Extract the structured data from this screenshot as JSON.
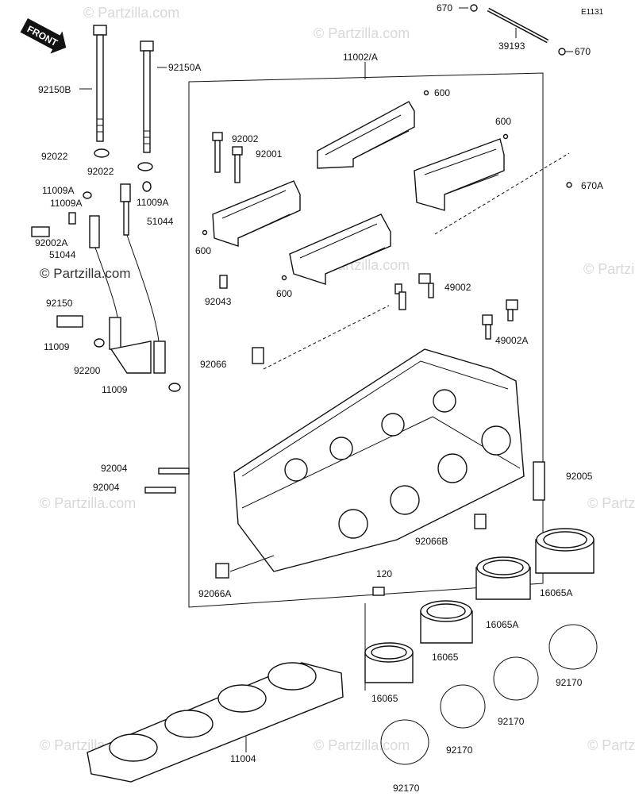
{
  "header": {
    "ref_code": "E1131"
  },
  "front_badge": "FRONT",
  "watermark": {
    "text": "© Partzilla.com"
  },
  "labels": {
    "p670_top": "670",
    "p39193": "39193",
    "p670_right": "670",
    "p11002A": "11002/A",
    "p92150B": "92150B",
    "p92150A": "92150A",
    "p600_a": "600",
    "p600_b": "600",
    "p600_c": "600",
    "p600_d": "600",
    "p670A": "670A",
    "p92002": "92002",
    "p92001": "92001",
    "p92022_a": "92022",
    "p92022_b": "92022",
    "p11009A_a": "11009A",
    "p11009A_b": "11009A",
    "p11009A_c": "11009A",
    "p51044_a": "51044",
    "p92002A": "92002A",
    "p51044_b": "51044",
    "p92043": "92043",
    "p49002": "49002",
    "p49002A": "49002A",
    "p92150": "92150",
    "p11009_a": "11009",
    "p92066": "92066",
    "p92200": "92200",
    "p11009_b": "11009",
    "p92004_a": "92004",
    "p92004_b": "92004",
    "p92005": "92005",
    "p92066B": "92066B",
    "p120": "120",
    "p16065A_a": "16065A",
    "p16065A_b": "16065A",
    "p92066A": "92066A",
    "p16065_a": "16065",
    "p16065_b": "16065",
    "p92170_a": "92170",
    "p92170_b": "92170",
    "p92170_c": "92170",
    "p92170_d": "92170",
    "p11004": "11004"
  }
}
